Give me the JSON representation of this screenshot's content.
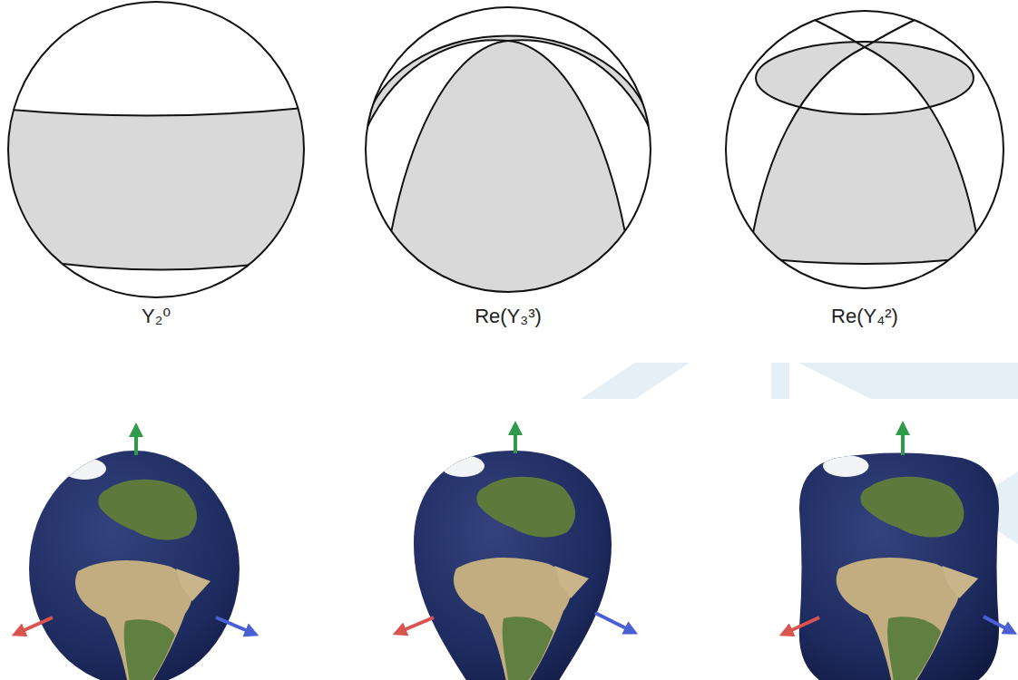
{
  "diagram": {
    "labels": [
      "Y₂⁰",
      "Re(Y₃³)",
      "Re(Y₄²)"
    ]
  }
}
